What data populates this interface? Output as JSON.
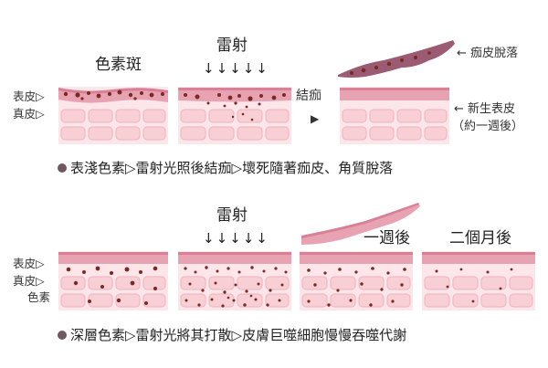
{
  "row1": {
    "panel1_title": "色素斑",
    "panel2_title": "雷射",
    "laser_arrows": "↓↓↓↓↓",
    "transition_label": "結痂",
    "transition_arrow": "▶",
    "scab_label": "← 痂皮脫落",
    "new_skin_label": "← 新生表皮",
    "new_skin_note": "（約一週後）",
    "side_labels": [
      "表皮▷",
      "真皮▷"
    ],
    "caption": "表淺色素▷雷射光照後結痂▷壞死隨著痂皮、角質脫落"
  },
  "row2": {
    "panel2_title": "雷射",
    "laser_arrows": "↓↓↓↓↓",
    "panel3_title": "一週後",
    "panel4_title": "二個月後",
    "side_labels": [
      "表皮▷",
      "真皮▷",
      "色素"
    ],
    "caption": "深層色素▷雷射光將其打散▷皮膚巨噬細胞慢慢吞噬代謝"
  },
  "colors": {
    "epidermis": "#e8a3b3",
    "epidermis_top": "#d98097",
    "dermis_light": "#fde6e9",
    "cell_fill": "#f7cfd5",
    "cell_border": "#efb3bf",
    "pigment": "#7a2a22",
    "scab": "#9a5b73",
    "caption_dot": "#6e5a5e"
  }
}
